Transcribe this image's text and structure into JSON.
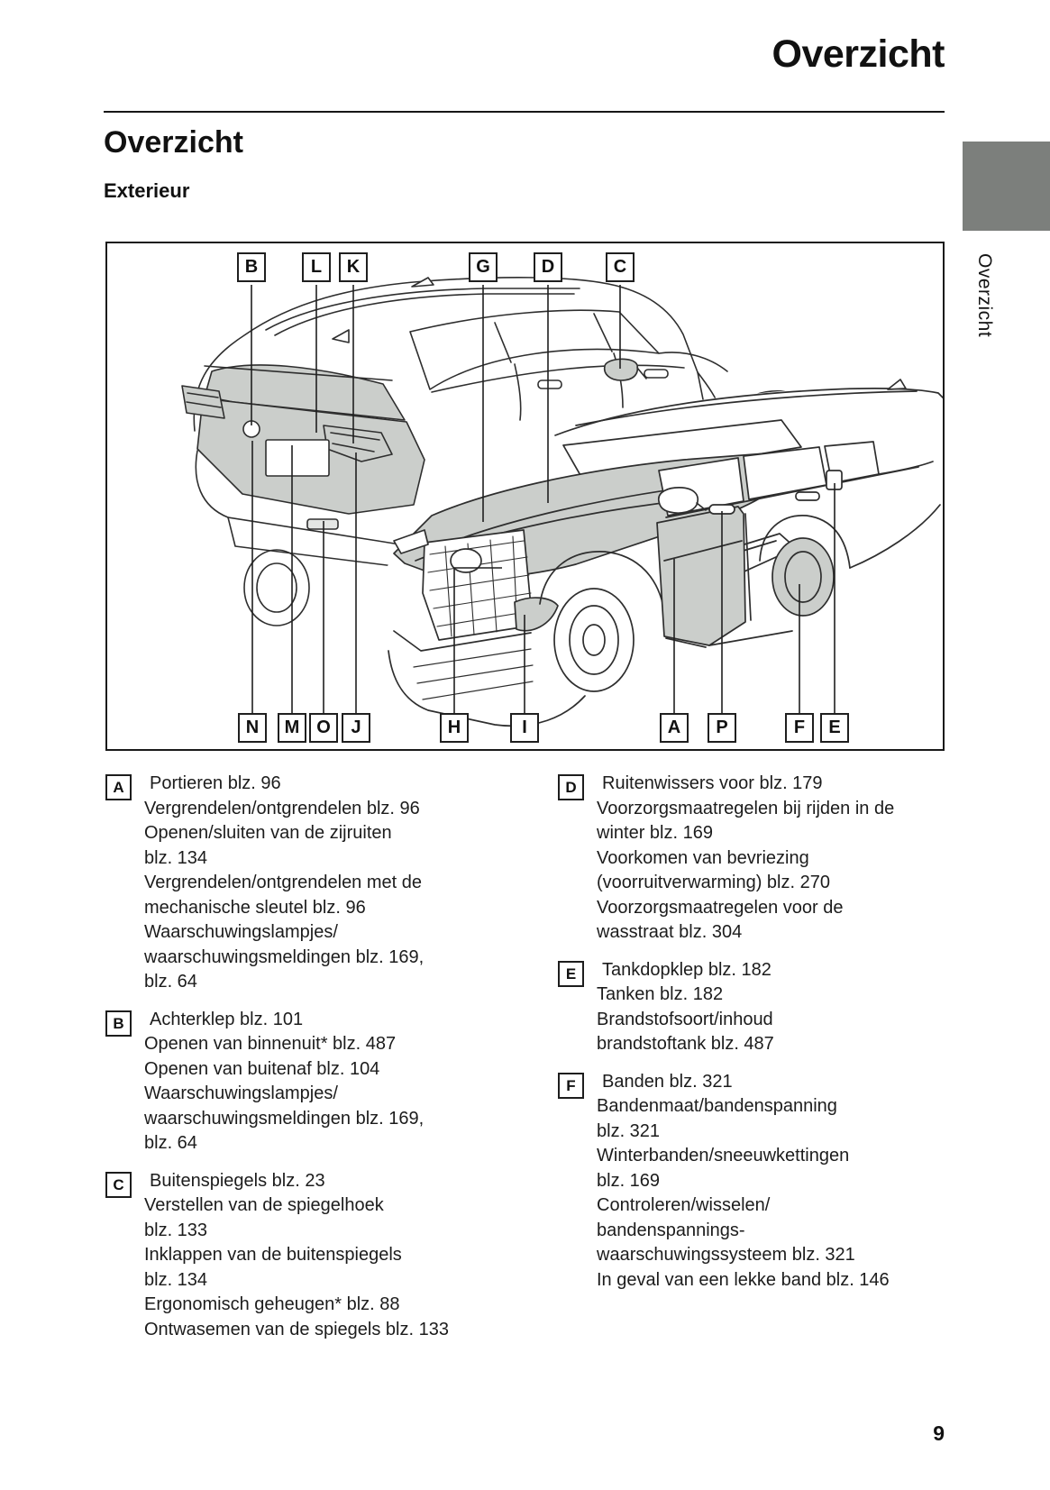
{
  "header": {
    "title": "Overzicht"
  },
  "content": {
    "section_title": "Overzicht",
    "subsection_title": "Exterieur"
  },
  "sidebar": {
    "tab_label": "Overzicht",
    "tab_color": "#7c7f7c"
  },
  "footer": {
    "page_number": "9"
  },
  "diagram": {
    "description": "Exterior overview of two SUVs (rear three-quarter and front three-quarter view) with lettered callouts",
    "shade_color": "#cbcecb",
    "callouts_top": [
      "B",
      "L",
      "K",
      "G",
      "D",
      "C"
    ],
    "callouts_bottom": [
      "N",
      "M",
      "O",
      "J",
      "H",
      "I",
      "A",
      "P",
      "F",
      "E"
    ]
  },
  "refs": {
    "left": [
      {
        "badge": "A",
        "lines": [
          "Portieren blz. 96",
          "Vergrendelen/ontgrendelen blz. 96",
          "Openen/sluiten van de zijruiten",
          "blz. 134",
          "Vergrendelen/ontgrendelen met de",
          "mechanische sleutel blz. 96",
          "Waarschuwingslampjes/",
          "waarschuwingsmeldingen blz. 169,",
          "blz. 64"
        ]
      },
      {
        "badge": "B",
        "lines": [
          "Achterklep blz. 101",
          "Openen van binnenuit* blz. 487",
          "Openen van buitenaf blz. 104",
          "Waarschuwingslampjes/",
          "waarschuwingsmeldingen blz. 169,",
          "blz. 64"
        ]
      },
      {
        "badge": "C",
        "lines": [
          "Buitenspiegels blz. 23",
          "Verstellen van de spiegelhoek",
          "blz. 133",
          "Inklappen van de buitenspiegels",
          "blz. 134",
          "Ergonomisch geheugen* blz. 88",
          "Ontwasemen van de spiegels blz. 133"
        ]
      }
    ],
    "right": [
      {
        "badge": "D",
        "lines": [
          "Ruitenwissers voor blz. 179",
          "Voorzorgsmaatregelen bij rijden in de",
          "winter blz. 169",
          "Voorkomen van bevriezing",
          "(voorruitverwarming) blz. 270",
          "Voorzorgsmaatregelen voor de",
          "wasstraat blz. 304"
        ]
      },
      {
        "badge": "E",
        "lines": [
          "Tankdopklep blz. 182",
          "Tanken blz. 182",
          "Brandstofsoort/inhoud",
          "brandstoftank blz. 487"
        ]
      },
      {
        "badge": "F",
        "lines": [
          "Banden blz. 321",
          "Bandenmaat/bandenspanning",
          "blz. 321",
          "Winterbanden/sneeuwkettingen",
          "blz. 169",
          "Controleren/wisselen/",
          "bandenspannings-",
          "waarschuwingssysteem blz. 321",
          "In geval van een lekke band blz. 146"
        ]
      }
    ]
  }
}
